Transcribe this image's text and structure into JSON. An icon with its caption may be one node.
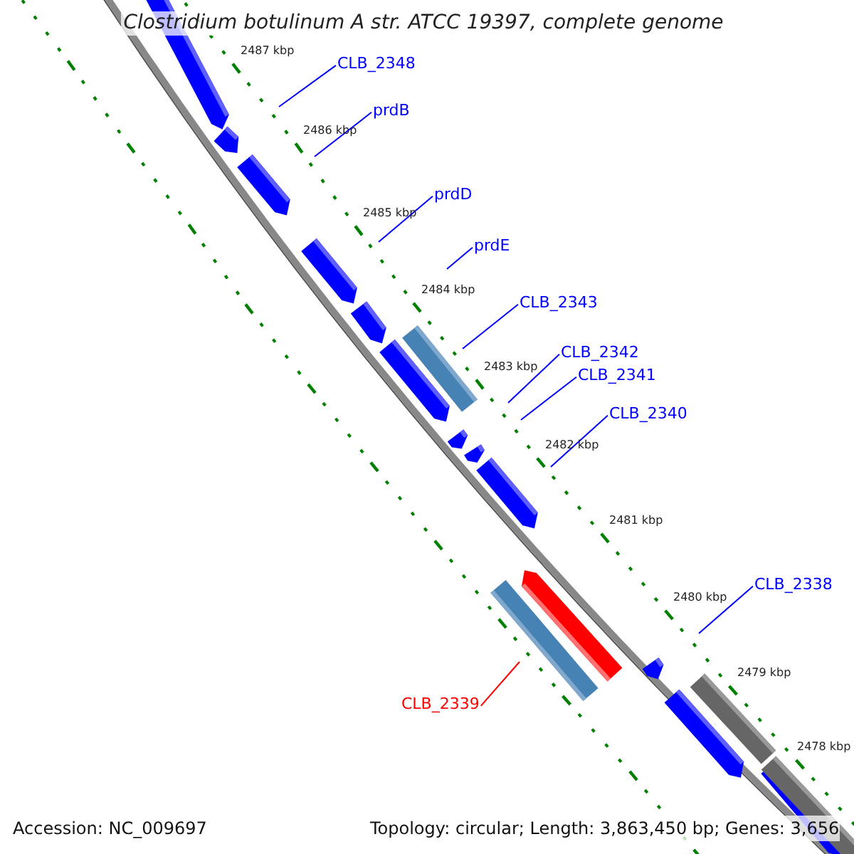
{
  "diagram": {
    "title": "Clostridium botulinum A str. ATCC 19397, complete genome",
    "nodes": [
      {
        "text": [
          "CLB_2348"
        ]
      },
      {
        "text": [
          "prdB"
        ]
      },
      {
        "text": [
          "prdD"
        ]
      },
      {
        "text": [
          "prdE"
        ]
      },
      {
        "text": [
          "CLB_2343"
        ]
      },
      {
        "text": [
          "CLB_2342"
        ]
      },
      {
        "text": [
          "CLB_2341"
        ]
      },
      {
        "text": [
          "CLB_2340"
        ]
      },
      {
        "text": [
          "CLB_2338"
        ]
      },
      {
        "text": [
          "CLB_2339"
        ]
      }
    ],
    "edges": [
      {
        "from": 0,
        "to": null,
        "arrow": "none"
      },
      {
        "from": 1,
        "to": null,
        "arrow": "none"
      },
      {
        "from": 2,
        "to": null,
        "arrow": "none"
      },
      {
        "from": 3,
        "to": null,
        "arrow": "none"
      },
      {
        "from": 4,
        "to": null,
        "arrow": "none"
      },
      {
        "from": 5,
        "to": null,
        "arrow": "none"
      },
      {
        "from": 6,
        "to": null,
        "arrow": "none"
      },
      {
        "from": 7,
        "to": null,
        "arrow": "none"
      },
      {
        "from": 8,
        "to": null,
        "arrow": "none"
      },
      {
        "from": 9,
        "to": null,
        "arrow": "none",
        "color": "#ff0000"
      }
    ],
    "labels": [
      "2487 kbp",
      "2486 kbp",
      "2485 kbp",
      "2484 kbp",
      "2483 kbp",
      "2482 kbp",
      "2481 kbp",
      "2480 kbp",
      "2479 kbp",
      "2478 kbp",
      "Accession: NC_009697",
      "Topology: circular; Length: 3,863,450 bp; Genes: 3,656"
    ]
  }
}
